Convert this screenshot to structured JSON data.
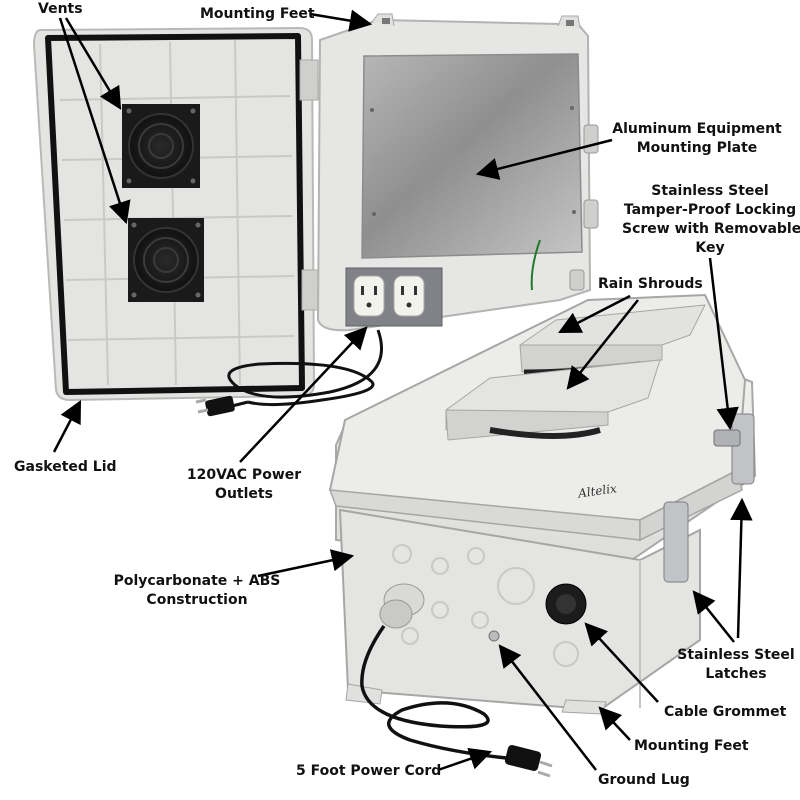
{
  "brand": "Altelix",
  "labels": {
    "vents": "Vents",
    "mounting_feet_top": "Mounting Feet",
    "aluminum_plate": [
      "Aluminum Equipment",
      "Mounting Plate"
    ],
    "locking_screw": [
      "Stainless Steel",
      "Tamper-Proof Locking",
      "Screw with Removable",
      "Key"
    ],
    "rain_shrouds": "Rain Shrouds",
    "gasketed_lid": "Gasketed Lid",
    "power_outlets": [
      "120VAC Power",
      "Outlets"
    ],
    "construction": [
      "Polycarbonate + ABS",
      "Construction"
    ],
    "latches": [
      "Stainless Steel",
      "Latches"
    ],
    "cable_grommet": "Cable Grommet",
    "mounting_feet_bottom": "Mounting Feet",
    "power_cord": "5 Foot Power Cord",
    "ground_lug": "Ground Lug"
  }
}
